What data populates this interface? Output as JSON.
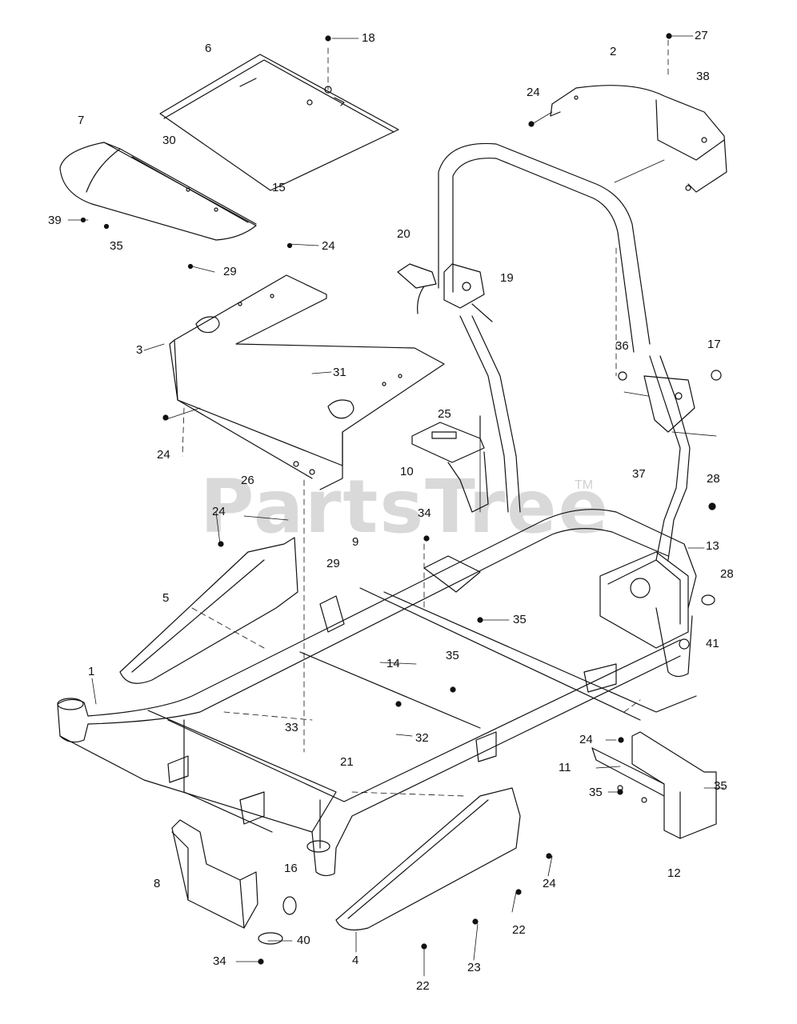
{
  "watermark": {
    "text": "PartsTree",
    "tm": "TM"
  },
  "callouts": [
    {
      "id": "18",
      "text": "18"
    },
    {
      "id": "6",
      "text": "6"
    },
    {
      "id": "7",
      "text": "7"
    },
    {
      "id": "30",
      "text": "30"
    },
    {
      "id": "15",
      "text": "15"
    },
    {
      "id": "39",
      "text": "39"
    },
    {
      "id": "35a",
      "text": "35"
    },
    {
      "id": "24a",
      "text": "24"
    },
    {
      "id": "29a",
      "text": "29"
    },
    {
      "id": "3",
      "text": "3"
    },
    {
      "id": "31",
      "text": "31"
    },
    {
      "id": "24b",
      "text": "24"
    },
    {
      "id": "26",
      "text": "26"
    },
    {
      "id": "24c",
      "text": "24"
    },
    {
      "id": "5",
      "text": "5"
    },
    {
      "id": "1",
      "text": "1"
    },
    {
      "id": "27",
      "text": "27"
    },
    {
      "id": "2",
      "text": "2"
    },
    {
      "id": "38",
      "text": "38"
    },
    {
      "id": "24d",
      "text": "24"
    },
    {
      "id": "20",
      "text": "20"
    },
    {
      "id": "19",
      "text": "19"
    },
    {
      "id": "36",
      "text": "36"
    },
    {
      "id": "17",
      "text": "17"
    },
    {
      "id": "25",
      "text": "25"
    },
    {
      "id": "10",
      "text": "10"
    },
    {
      "id": "37",
      "text": "37"
    },
    {
      "id": "28a",
      "text": "28"
    },
    {
      "id": "34a",
      "text": "34"
    },
    {
      "id": "13",
      "text": "13"
    },
    {
      "id": "9",
      "text": "9"
    },
    {
      "id": "29b",
      "text": "29"
    },
    {
      "id": "28b",
      "text": "28"
    },
    {
      "id": "35b",
      "text": "35"
    },
    {
      "id": "41",
      "text": "41"
    },
    {
      "id": "14",
      "text": "14"
    },
    {
      "id": "35c",
      "text": "35"
    },
    {
      "id": "33",
      "text": "33"
    },
    {
      "id": "32",
      "text": "32"
    },
    {
      "id": "21",
      "text": "21"
    },
    {
      "id": "24e",
      "text": "24"
    },
    {
      "id": "11",
      "text": "11"
    },
    {
      "id": "35d",
      "text": "35"
    },
    {
      "id": "35e",
      "text": "35"
    },
    {
      "id": "12",
      "text": "12"
    },
    {
      "id": "8",
      "text": "8"
    },
    {
      "id": "16",
      "text": "16"
    },
    {
      "id": "24f",
      "text": "24"
    },
    {
      "id": "22a",
      "text": "22"
    },
    {
      "id": "40",
      "text": "40"
    },
    {
      "id": "34b",
      "text": "34"
    },
    {
      "id": "4",
      "text": "4"
    },
    {
      "id": "23",
      "text": "23"
    },
    {
      "id": "22b",
      "text": "22"
    }
  ]
}
